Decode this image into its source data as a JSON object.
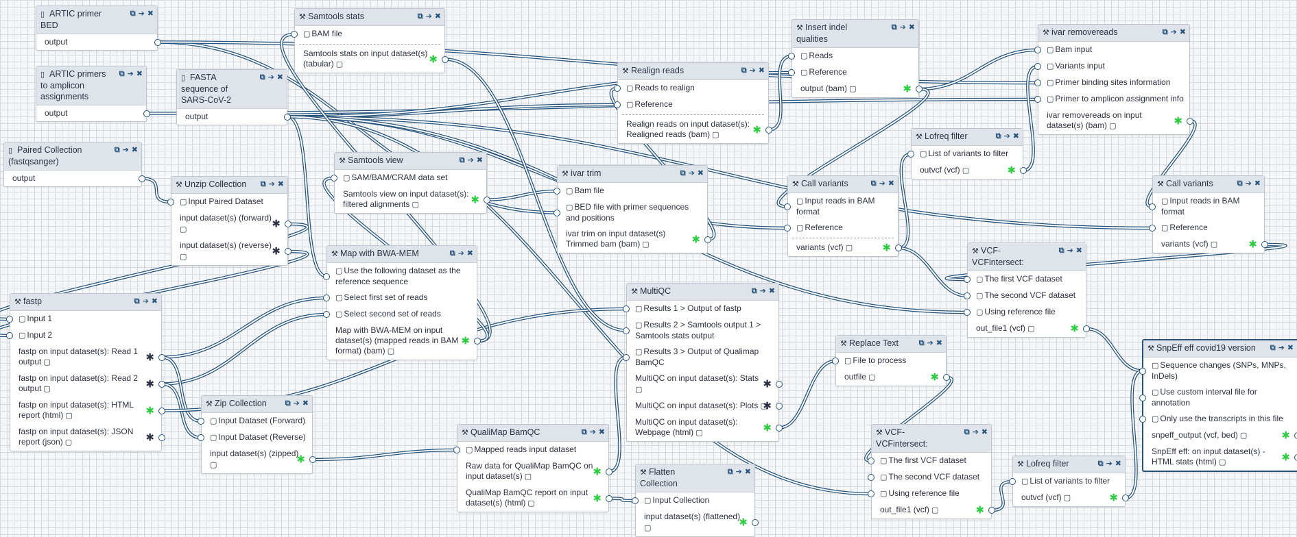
{
  "colors": {
    "edge": "#25537b",
    "header": "#dfe3ea",
    "selected_border": "#25537b",
    "green_marker": "#2ecc40"
  },
  "icons": {
    "input": "file-icon",
    "tool": "wrench-icon",
    "folder": "folder-icon",
    "copy": "copy-icon",
    "forward": "arrow-right-icon",
    "close": "close-icon"
  },
  "nodes": [
    {
      "title": "ARTIC primer BED",
      "kind": "input",
      "rows": [
        {
          "label": "output",
          "dir": "out"
        }
      ]
    },
    {
      "title": "ARTIC primers to amplicon assignments",
      "kind": "input",
      "rows": [
        {
          "label": "output",
          "dir": "out"
        }
      ]
    },
    {
      "title": "FASTA sequence of SARS-CoV-2",
      "kind": "input",
      "rows": [
        {
          "label": "output",
          "dir": "out"
        }
      ]
    },
    {
      "title": "Paired Collection (fastqsanger)",
      "kind": "input",
      "rows": [
        {
          "label": "output",
          "dir": "out"
        }
      ]
    },
    {
      "title": "Samtools stats",
      "kind": "tool",
      "rows": [
        {
          "label": "BAM file",
          "dir": "in"
        },
        {
          "sep": true
        },
        {
          "label": "Samtools stats on input dataset(s) (tabular)",
          "dir": "out",
          "marker": "green"
        }
      ]
    },
    {
      "title": "Unzip Collection",
      "kind": "tool",
      "rows": [
        {
          "label": "Input Paired Dataset",
          "dir": "in"
        },
        {
          "label": "input dataset(s) (forward)",
          "dir": "out",
          "marker": "star"
        },
        {
          "label": "input dataset(s) (reverse)",
          "dir": "out",
          "marker": "star"
        }
      ]
    },
    {
      "title": "Samtools view",
      "kind": "tool",
      "rows": [
        {
          "label": "SAM/BAM/CRAM data set",
          "dir": "in"
        },
        {
          "label": "Samtools view on input dataset(s): filtered alignments",
          "dir": "out",
          "marker": "green"
        }
      ]
    },
    {
      "title": "fastp",
      "kind": "tool",
      "rows": [
        {
          "label": "Input 1",
          "dir": "in"
        },
        {
          "label": "Input 2",
          "dir": "in"
        },
        {
          "label": "fastp on input dataset(s): Read 1 output",
          "dir": "out",
          "marker": "star"
        },
        {
          "label": "fastp on input dataset(s): Read 2 output",
          "dir": "out",
          "marker": "star"
        },
        {
          "label": "fastp on input dataset(s): HTML report (html)",
          "dir": "out",
          "marker": "green"
        },
        {
          "label": "fastp on input dataset(s): JSON report (json)",
          "dir": "out",
          "marker": "star"
        }
      ]
    },
    {
      "title": "Map with BWA-MEM",
      "kind": "tool",
      "rows": [
        {
          "label": "Use the following dataset as the reference sequence",
          "dir": "in"
        },
        {
          "label": "Select first set of reads",
          "dir": "in"
        },
        {
          "label": "Select second set of reads",
          "dir": "in"
        },
        {
          "label": "Map with BWA-MEM on input dataset(s) (mapped reads in BAM format) (bam)",
          "dir": "out",
          "marker": "green"
        }
      ]
    },
    {
      "title": "Zip Collection",
      "kind": "tool",
      "rows": [
        {
          "label": "Input Dataset (Forward)",
          "dir": "in"
        },
        {
          "label": "Input Dataset (Reverse)",
          "dir": "in"
        },
        {
          "label": "input dataset(s) (zipped)",
          "dir": "out",
          "marker": "green"
        }
      ]
    },
    {
      "title": "Realign reads",
      "kind": "tool",
      "rows": [
        {
          "label": "Reads to realign",
          "dir": "in"
        },
        {
          "label": "Reference",
          "dir": "in"
        },
        {
          "sep": true
        },
        {
          "label": "Realign reads on input dataset(s): Realigned reads (bam)",
          "dir": "out",
          "marker": "green"
        }
      ]
    },
    {
      "title": "ivar trim",
      "kind": "tool",
      "rows": [
        {
          "label": "Bam file",
          "dir": "in"
        },
        {
          "label": "BED file with primer sequences and positions",
          "dir": "in"
        },
        {
          "label": "ivar trim on input dataset(s) Trimmed bam (bam)",
          "dir": "out",
          "marker": "green"
        }
      ]
    },
    {
      "title": "MultiQC",
      "kind": "tool",
      "rows": [
        {
          "label": "Results 1 > Output of fastp",
          "dir": "in"
        },
        {
          "label": "Results 2 > Samtools output 1 > Samtools stats output",
          "dir": "in"
        },
        {
          "label": "Results 3 > Output of Qualimap BamQC",
          "dir": "in"
        },
        {
          "label": "MultiQC on input dataset(s): Stats",
          "dir": "out",
          "marker": "star"
        },
        {
          "label": "MultiQC on input dataset(s): Plots",
          "dir": "out",
          "marker": "star"
        },
        {
          "label": "MultiQC on input dataset(s): Webpage (html)",
          "dir": "out",
          "marker": "green"
        }
      ]
    },
    {
      "title": "QualiMap BamQC",
      "kind": "tool",
      "rows": [
        {
          "label": "Mapped reads input dataset",
          "dir": "in"
        },
        {
          "label": "Raw data for QualiMap BamQC on input dataset(s)",
          "dir": "out",
          "marker": "green"
        },
        {
          "label": "QualiMap BamQC report on input dataset(s) (html)",
          "dir": "out",
          "marker": "green"
        }
      ]
    },
    {
      "title": "Flatten Collection",
      "kind": "tool",
      "rows": [
        {
          "label": "Input Collection",
          "dir": "in"
        },
        {
          "label": "input dataset(s) (flattened)",
          "dir": "out",
          "marker": "green"
        }
      ]
    },
    {
      "title": "Insert indel qualities",
      "kind": "tool",
      "rows": [
        {
          "label": "Reads",
          "dir": "in"
        },
        {
          "label": "Reference",
          "dir": "in"
        },
        {
          "label": "output (bam)",
          "dir": "out",
          "marker": "green"
        }
      ]
    },
    {
      "title": "Call variants",
      "kind": "tool",
      "rows": [
        {
          "label": "Input reads in BAM format",
          "dir": "in"
        },
        {
          "label": "Reference",
          "dir": "in"
        },
        {
          "sep": true
        },
        {
          "label": "variants (vcf)",
          "dir": "out",
          "marker": "green"
        }
      ]
    },
    {
      "title": "Lofreq filter",
      "kind": "tool",
      "rows": [
        {
          "label": "List of variants to filter",
          "dir": "in"
        },
        {
          "label": "outvcf (vcf)",
          "dir": "out",
          "marker": "green"
        }
      ]
    },
    {
      "title": "ivar removereads",
      "kind": "tool",
      "rows": [
        {
          "label": "Bam input",
          "dir": "in"
        },
        {
          "label": "Variants input",
          "dir": "in"
        },
        {
          "label": "Primer binding sites information",
          "dir": "in"
        },
        {
          "label": "Primer to amplicon assignment info",
          "dir": "in"
        },
        {
          "label": "ivar removereads on input dataset(s) (bam)",
          "dir": "out",
          "marker": "green"
        }
      ]
    },
    {
      "title": "Call variants",
      "kind": "tool",
      "rows": [
        {
          "label": "Input reads in BAM format",
          "dir": "in"
        },
        {
          "label": "Reference",
          "dir": "in"
        },
        {
          "label": "variants (vcf)",
          "dir": "out",
          "marker": "green"
        }
      ]
    },
    {
      "title": "VCF-VCFintersect:",
      "kind": "tool",
      "rows": [
        {
          "label": "The first VCF dataset",
          "dir": "in"
        },
        {
          "label": "The second VCF dataset",
          "dir": "in"
        },
        {
          "label": "Using reference file",
          "dir": "in"
        },
        {
          "label": "out_file1 (vcf)",
          "dir": "out",
          "marker": "green"
        }
      ]
    },
    {
      "title": "Replace Text",
      "kind": "tool",
      "rows": [
        {
          "label": "File to process",
          "dir": "in"
        },
        {
          "label": "outfile",
          "dir": "out",
          "marker": "green"
        }
      ]
    },
    {
      "title": "VCF-VCFintersect:",
      "kind": "tool",
      "rows": [
        {
          "label": "The first VCF dataset",
          "dir": "in"
        },
        {
          "label": "The second VCF dataset",
          "dir": "in"
        },
        {
          "label": "Using reference file",
          "dir": "in"
        },
        {
          "label": "out_file1 (vcf)",
          "dir": "out",
          "marker": "green"
        }
      ]
    },
    {
      "title": "Lofreq filter",
      "kind": "tool",
      "rows": [
        {
          "label": "List of variants to filter",
          "dir": "in"
        },
        {
          "label": "outvcf (vcf)",
          "dir": "out",
          "marker": "green"
        }
      ]
    },
    {
      "title": "SnpEff eff covid19 version",
      "kind": "tool",
      "selected": true,
      "rows": [
        {
          "label": "Sequence changes (SNPs, MNPs, InDels)",
          "dir": "in"
        },
        {
          "label": "Use custom interval file for annotation",
          "dir": "in"
        },
        {
          "label": "Only use the transcripts in this file",
          "dir": "in"
        },
        {
          "label": "snpeff_output (vcf, bed)",
          "dir": "out",
          "marker": "green"
        },
        {
          "label": "SnpEff eff: on input dataset(s) - HTML stats (html)",
          "dir": "out",
          "marker": "green"
        }
      ]
    }
  ]
}
